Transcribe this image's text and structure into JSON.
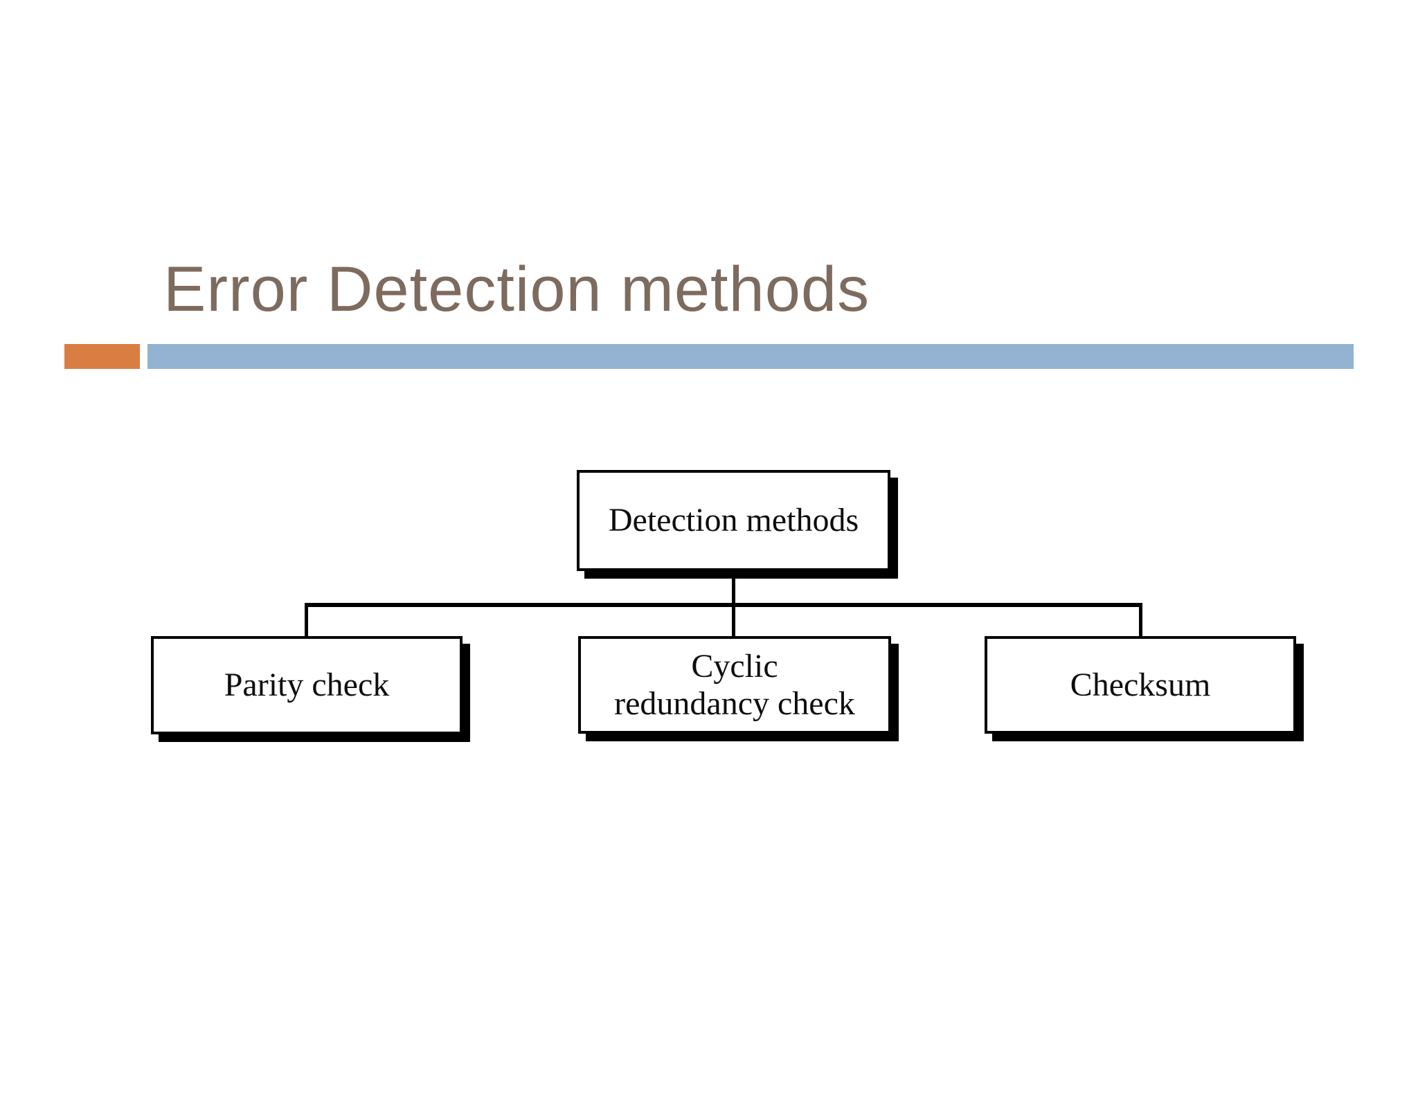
{
  "title": "Error Detection methods",
  "colors": {
    "background": "#ffffff",
    "title": "#7d6b5e",
    "accent_orange": "#d97e42",
    "accent_blue": "#94b3d2",
    "line": "#000000",
    "box_bg": "#ffffff",
    "shadow": "#000000"
  },
  "diagram": {
    "root": {
      "label": "Detection methods"
    },
    "children": [
      {
        "label": "Parity check"
      },
      {
        "label": "Cyclic redundancy check",
        "lines": [
          "Cyclic",
          "redundancy check"
        ]
      },
      {
        "label": "Checksum"
      }
    ]
  }
}
